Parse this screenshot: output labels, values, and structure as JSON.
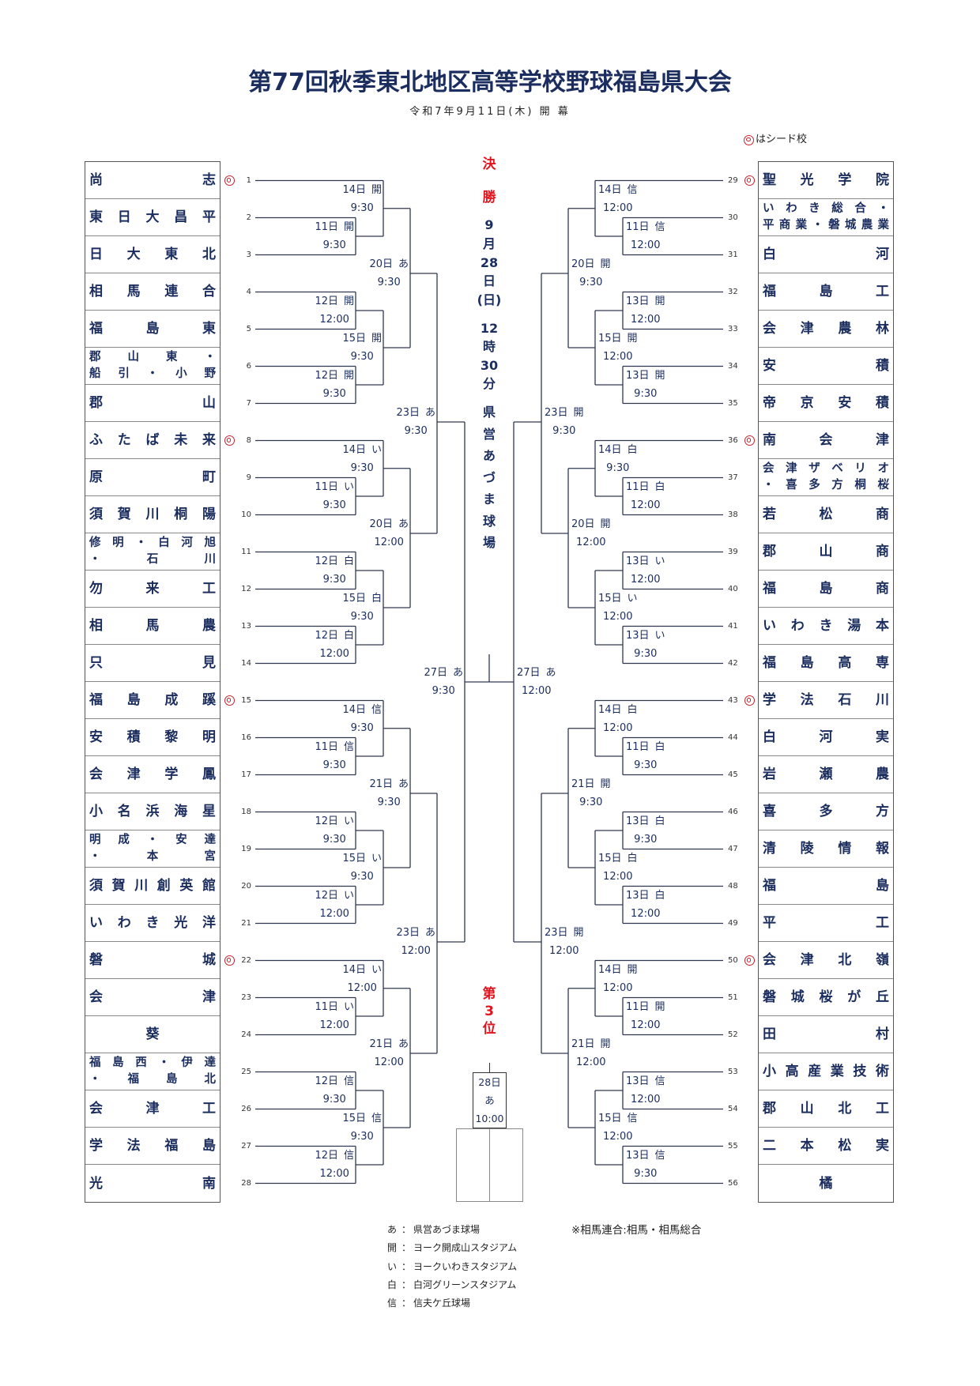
{
  "header": {
    "title": "第77回秋季東北地区高等学校野球福島県大会",
    "subtitle": "令和7年9月11日(木) 開 幕",
    "seed_legend": "はシード校",
    "seed_icon": "double-circle"
  },
  "colors": {
    "text_navy": "#1b2d5e",
    "highlight_red": "#e0141e",
    "seed_red": "#c8232c"
  },
  "bracket": {
    "left": {
      "teams": [
        {
          "no": 1,
          "name_lines": [
            "尚志"
          ],
          "seed": true
        },
        {
          "no": 2,
          "name_lines": [
            "東日大昌平"
          ],
          "seed": false
        },
        {
          "no": 3,
          "name_lines": [
            "日大東北"
          ],
          "seed": false
        },
        {
          "no": 4,
          "name_lines": [
            "相馬連合"
          ],
          "seed": false
        },
        {
          "no": 5,
          "name_lines": [
            "福島東"
          ],
          "seed": false
        },
        {
          "no": 6,
          "name_lines": [
            "郡山東・",
            "船引・小野"
          ],
          "seed": false
        },
        {
          "no": 7,
          "name_lines": [
            "郡山"
          ],
          "seed": false
        },
        {
          "no": 8,
          "name_lines": [
            "ふたば未来"
          ],
          "seed": true
        },
        {
          "no": 9,
          "name_lines": [
            "原町"
          ],
          "seed": false
        },
        {
          "no": 10,
          "name_lines": [
            "須賀川桐陽"
          ],
          "seed": false
        },
        {
          "no": 11,
          "name_lines": [
            "修明・白河旭",
            "・石川"
          ],
          "seed": false
        },
        {
          "no": 12,
          "name_lines": [
            "勿来工"
          ],
          "seed": false
        },
        {
          "no": 13,
          "name_lines": [
            "相馬農"
          ],
          "seed": false
        },
        {
          "no": 14,
          "name_lines": [
            "只見"
          ],
          "seed": false
        },
        {
          "no": 15,
          "name_lines": [
            "福島成蹊"
          ],
          "seed": true
        },
        {
          "no": 16,
          "name_lines": [
            "安積黎明"
          ],
          "seed": false
        },
        {
          "no": 17,
          "name_lines": [
            "会津学鳳"
          ],
          "seed": false
        },
        {
          "no": 18,
          "name_lines": [
            "小名浜海星"
          ],
          "seed": false
        },
        {
          "no": 19,
          "name_lines": [
            "明成・安達",
            "・本宮"
          ],
          "seed": false
        },
        {
          "no": 20,
          "name_lines": [
            "須賀川創英館"
          ],
          "seed": false
        },
        {
          "no": 21,
          "name_lines": [
            "いわき光洋"
          ],
          "seed": false
        },
        {
          "no": 22,
          "name_lines": [
            "磐城"
          ],
          "seed": true
        },
        {
          "no": 23,
          "name_lines": [
            "会津"
          ],
          "seed": false
        },
        {
          "no": 24,
          "name_lines": [
            "葵"
          ],
          "seed": false
        },
        {
          "no": 25,
          "name_lines": [
            "福島西・伊達",
            "・福島北"
          ],
          "seed": false
        },
        {
          "no": 26,
          "name_lines": [
            "会津工"
          ],
          "seed": false
        },
        {
          "no": 27,
          "name_lines": [
            "学法福島"
          ],
          "seed": false
        },
        {
          "no": 28,
          "name_lines": [
            "光南"
          ],
          "seed": false
        }
      ],
      "blocks": [
        {
          "seed_game": {
            "date": "14日",
            "venue": "開",
            "time": "9:30"
          },
          "r1_top": {
            "date": "11日",
            "venue": "開",
            "time": "9:30"
          },
          "r1_mid": {
            "date": "12日",
            "venue": "開",
            "time": "12:00"
          },
          "r1_bottom": {
            "date": "12日",
            "venue": "開",
            "time": "9:30"
          },
          "second_round": {
            "date": "15日",
            "venue": "開",
            "time": "9:30"
          },
          "third_round": {
            "date": "20日",
            "venue": "あ",
            "time": "9:30"
          }
        },
        {
          "seed_game": {
            "date": "14日",
            "venue": "い",
            "time": "9:30"
          },
          "r1_top": {
            "date": "11日",
            "venue": "い",
            "time": "9:30"
          },
          "r1_mid": {
            "date": "12日",
            "venue": "白",
            "time": "9:30"
          },
          "r1_bottom": {
            "date": "12日",
            "venue": "白",
            "time": "12:00"
          },
          "second_round": {
            "date": "15日",
            "venue": "白",
            "time": "9:30"
          },
          "third_round": {
            "date": "20日",
            "venue": "あ",
            "time": "12:00"
          }
        },
        {
          "seed_game": {
            "date": "14日",
            "venue": "信",
            "time": "9:30"
          },
          "r1_top": {
            "date": "11日",
            "venue": "信",
            "time": "9:30"
          },
          "r1_mid": {
            "date": "12日",
            "venue": "い",
            "time": "9:30"
          },
          "r1_bottom": {
            "date": "12日",
            "venue": "い",
            "time": "12:00"
          },
          "second_round": {
            "date": "15日",
            "venue": "い",
            "time": "9:30"
          },
          "third_round": {
            "date": "21日",
            "venue": "あ",
            "time": "9:30"
          }
        },
        {
          "seed_game": {
            "date": "14日",
            "venue": "い",
            "time": "12:00"
          },
          "r1_top": {
            "date": "11日",
            "venue": "い",
            "time": "12:00"
          },
          "r1_mid": {
            "date": "12日",
            "venue": "信",
            "time": "9:30"
          },
          "r1_bottom": {
            "date": "12日",
            "venue": "信",
            "time": "12:00"
          },
          "second_round": {
            "date": "15日",
            "venue": "信",
            "time": "9:30"
          },
          "third_round": {
            "date": "21日",
            "venue": "あ",
            "time": "12:00"
          }
        }
      ],
      "quarterfinals": [
        {
          "date": "23日",
          "venue": "あ",
          "time": "9:30"
        },
        {
          "date": "23日",
          "venue": "あ",
          "time": "12:00"
        }
      ],
      "semifinal": {
        "date": "27日",
        "venue": "あ",
        "time": "9:30"
      }
    },
    "right": {
      "teams": [
        {
          "no": 29,
          "name_lines": [
            "聖光学院"
          ],
          "seed": true
        },
        {
          "no": 30,
          "name_lines": [
            "いわき総合・",
            "平商業・磐城農業"
          ],
          "seed": false
        },
        {
          "no": 31,
          "name_lines": [
            "白河"
          ],
          "seed": false
        },
        {
          "no": 32,
          "name_lines": [
            "福島工"
          ],
          "seed": false
        },
        {
          "no": 33,
          "name_lines": [
            "会津農林"
          ],
          "seed": false
        },
        {
          "no": 34,
          "name_lines": [
            "安積"
          ],
          "seed": false
        },
        {
          "no": 35,
          "name_lines": [
            "帝京安積"
          ],
          "seed": false
        },
        {
          "no": 36,
          "name_lines": [
            "南会津"
          ],
          "seed": true
        },
        {
          "no": 37,
          "name_lines": [
            "会津ザベリオ",
            "・喜多方桐桜"
          ],
          "seed": false
        },
        {
          "no": 38,
          "name_lines": [
            "若松商"
          ],
          "seed": false
        },
        {
          "no": 39,
          "name_lines": [
            "郡山商"
          ],
          "seed": false
        },
        {
          "no": 40,
          "name_lines": [
            "福島商"
          ],
          "seed": false
        },
        {
          "no": 41,
          "name_lines": [
            "いわき湯本"
          ],
          "seed": false
        },
        {
          "no": 42,
          "name_lines": [
            "福島高専"
          ],
          "seed": false
        },
        {
          "no": 43,
          "name_lines": [
            "学法石川"
          ],
          "seed": true
        },
        {
          "no": 44,
          "name_lines": [
            "白河実"
          ],
          "seed": false
        },
        {
          "no": 45,
          "name_lines": [
            "岩瀬農"
          ],
          "seed": false
        },
        {
          "no": 46,
          "name_lines": [
            "喜多方"
          ],
          "seed": false
        },
        {
          "no": 47,
          "name_lines": [
            "清陵情報"
          ],
          "seed": false
        },
        {
          "no": 48,
          "name_lines": [
            "福島"
          ],
          "seed": false
        },
        {
          "no": 49,
          "name_lines": [
            "平工"
          ],
          "seed": false
        },
        {
          "no": 50,
          "name_lines": [
            "会津北嶺"
          ],
          "seed": true
        },
        {
          "no": 51,
          "name_lines": [
            "磐城桜が丘"
          ],
          "seed": false
        },
        {
          "no": 52,
          "name_lines": [
            "田村"
          ],
          "seed": false
        },
        {
          "no": 53,
          "name_lines": [
            "小高産業技術"
          ],
          "seed": false
        },
        {
          "no": 54,
          "name_lines": [
            "郡山北工"
          ],
          "seed": false
        },
        {
          "no": 55,
          "name_lines": [
            "二本松実"
          ],
          "seed": false
        },
        {
          "no": 56,
          "name_lines": [
            "橘"
          ],
          "seed": false
        }
      ],
      "blocks": [
        {
          "seed_game": {
            "date": "14日",
            "venue": "信",
            "time": "12:00"
          },
          "r1_top": {
            "date": "11日",
            "venue": "信",
            "time": "12:00"
          },
          "r1_mid": {
            "date": "13日",
            "venue": "開",
            "time": "12:00"
          },
          "r1_bottom": {
            "date": "13日",
            "venue": "開",
            "time": "9:30"
          },
          "second_round": {
            "date": "15日",
            "venue": "開",
            "time": "12:00"
          },
          "third_round": {
            "date": "20日",
            "venue": "開",
            "time": "9:30"
          }
        },
        {
          "seed_game": {
            "date": "14日",
            "venue": "白",
            "time": "9:30"
          },
          "r1_top": {
            "date": "11日",
            "venue": "白",
            "time": "12:00"
          },
          "r1_mid": {
            "date": "13日",
            "venue": "い",
            "time": "12:00"
          },
          "r1_bottom": {
            "date": "13日",
            "venue": "い",
            "time": "9:30"
          },
          "second_round": {
            "date": "15日",
            "venue": "い",
            "time": "12:00"
          },
          "third_round": {
            "date": "20日",
            "venue": "開",
            "time": "12:00"
          }
        },
        {
          "seed_game": {
            "date": "14日",
            "venue": "白",
            "time": "12:00"
          },
          "r1_top": {
            "date": "11日",
            "venue": "白",
            "time": "9:30"
          },
          "r1_mid": {
            "date": "13日",
            "venue": "白",
            "time": "9:30"
          },
          "r1_bottom": {
            "date": "13日",
            "venue": "白",
            "time": "12:00"
          },
          "second_round": {
            "date": "15日",
            "venue": "白",
            "time": "12:00"
          },
          "third_round": {
            "date": "21日",
            "venue": "開",
            "time": "9:30"
          }
        },
        {
          "seed_game": {
            "date": "14日",
            "venue": "開",
            "time": "12:00"
          },
          "r1_top": {
            "date": "11日",
            "venue": "開",
            "time": "12:00"
          },
          "r1_mid": {
            "date": "13日",
            "venue": "信",
            "time": "12:00"
          },
          "r1_bottom": {
            "date": "13日",
            "venue": "信",
            "time": "9:30"
          },
          "second_round": {
            "date": "15日",
            "venue": "信",
            "time": "12:00"
          },
          "third_round": {
            "date": "21日",
            "venue": "開",
            "time": "12:00"
          }
        }
      ],
      "quarterfinals": [
        {
          "date": "23日",
          "venue": "開",
          "time": "9:30"
        },
        {
          "date": "23日",
          "venue": "開",
          "time": "12:00"
        }
      ],
      "semifinal": {
        "date": "27日",
        "venue": "あ",
        "time": "12:00"
      }
    }
  },
  "final": {
    "heading": [
      "決",
      "勝"
    ],
    "date": [
      "9",
      "月",
      "28",
      "日",
      "(日)"
    ],
    "time": [
      "12",
      "時",
      "30",
      "分"
    ],
    "venue": [
      "県",
      "営",
      "あ",
      "づ",
      "ま",
      "球",
      "場"
    ]
  },
  "third_place": {
    "heading": [
      "第",
      "3",
      "位"
    ],
    "date": "28日",
    "venue": "あ",
    "time": "10:00"
  },
  "legend": [
    {
      "key": "あ",
      "sep": "：",
      "name": "県営あづま球場"
    },
    {
      "key": "開",
      "sep": "：",
      "name": "ヨーク開成山スタジアム"
    },
    {
      "key": "い",
      "sep": "：",
      "name": "ヨークいわきスタジアム"
    },
    {
      "key": "白",
      "sep": "：",
      "name": "白河グリーンスタジアム"
    },
    {
      "key": "信",
      "sep": "：",
      "name": "信夫ケ丘球場"
    }
  ],
  "note": "※相馬連合:相馬・相馬総合"
}
